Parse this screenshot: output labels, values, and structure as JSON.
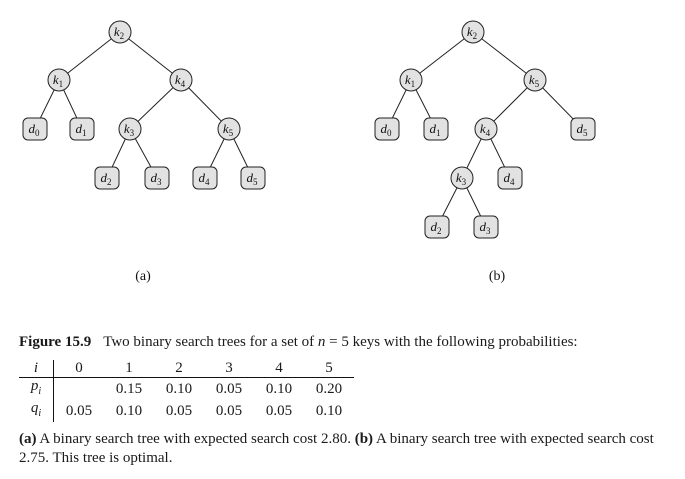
{
  "figure": {
    "tree_a": {
      "panel_label": "(a)",
      "nodes": [
        {
          "id": "a_k2",
          "kind": "key",
          "letter": "k",
          "sub": "2"
        },
        {
          "id": "a_k1",
          "kind": "key",
          "letter": "k",
          "sub": "1"
        },
        {
          "id": "a_k4",
          "kind": "key",
          "letter": "k",
          "sub": "4"
        },
        {
          "id": "a_d0",
          "kind": "dummy",
          "letter": "d",
          "sub": "0"
        },
        {
          "id": "a_d1",
          "kind": "dummy",
          "letter": "d",
          "sub": "1"
        },
        {
          "id": "a_k3",
          "kind": "key",
          "letter": "k",
          "sub": "3"
        },
        {
          "id": "a_k5",
          "kind": "key",
          "letter": "k",
          "sub": "5"
        },
        {
          "id": "a_d2",
          "kind": "dummy",
          "letter": "d",
          "sub": "2"
        },
        {
          "id": "a_d3",
          "kind": "dummy",
          "letter": "d",
          "sub": "3"
        },
        {
          "id": "a_d4",
          "kind": "dummy",
          "letter": "d",
          "sub": "4"
        },
        {
          "id": "a_d5",
          "kind": "dummy",
          "letter": "d",
          "sub": "5"
        }
      ],
      "edges": [
        [
          "a_k2",
          "a_k1"
        ],
        [
          "a_k2",
          "a_k4"
        ],
        [
          "a_k1",
          "a_d0"
        ],
        [
          "a_k1",
          "a_d1"
        ],
        [
          "a_k4",
          "a_k3"
        ],
        [
          "a_k4",
          "a_k5"
        ],
        [
          "a_k3",
          "a_d2"
        ],
        [
          "a_k3",
          "a_d3"
        ],
        [
          "a_k5",
          "a_d4"
        ],
        [
          "a_k5",
          "a_d5"
        ]
      ]
    },
    "tree_b": {
      "panel_label": "(b)",
      "nodes": [
        {
          "id": "b_k2",
          "kind": "key",
          "letter": "k",
          "sub": "2"
        },
        {
          "id": "b_k1",
          "kind": "key",
          "letter": "k",
          "sub": "1"
        },
        {
          "id": "b_k5",
          "kind": "key",
          "letter": "k",
          "sub": "5"
        },
        {
          "id": "b_d0",
          "kind": "dummy",
          "letter": "d",
          "sub": "0"
        },
        {
          "id": "b_d1",
          "kind": "dummy",
          "letter": "d",
          "sub": "1"
        },
        {
          "id": "b_k4",
          "kind": "key",
          "letter": "k",
          "sub": "4"
        },
        {
          "id": "b_d5",
          "kind": "dummy",
          "letter": "d",
          "sub": "5"
        },
        {
          "id": "b_k3",
          "kind": "key",
          "letter": "k",
          "sub": "3"
        },
        {
          "id": "b_d4",
          "kind": "dummy",
          "letter": "d",
          "sub": "4"
        },
        {
          "id": "b_d2",
          "kind": "dummy",
          "letter": "d",
          "sub": "2"
        },
        {
          "id": "b_d3",
          "kind": "dummy",
          "letter": "d",
          "sub": "3"
        }
      ],
      "edges": [
        [
          "b_k2",
          "b_k1"
        ],
        [
          "b_k2",
          "b_k5"
        ],
        [
          "b_k1",
          "b_d0"
        ],
        [
          "b_k1",
          "b_d1"
        ],
        [
          "b_k5",
          "b_k4"
        ],
        [
          "b_k5",
          "b_d5"
        ],
        [
          "b_k4",
          "b_k3"
        ],
        [
          "b_k4",
          "b_d4"
        ],
        [
          "b_k3",
          "b_d2"
        ],
        [
          "b_k3",
          "b_d3"
        ]
      ]
    }
  },
  "caption": {
    "figure_number": "Figure 15.9",
    "title_pre": "Two binary search trees for a set of ",
    "title_var": "n",
    "title_eq": " = 5 keys with the following probabilities:",
    "table": {
      "i_label": "i",
      "columns": [
        "0",
        "1",
        "2",
        "3",
        "4",
        "5"
      ],
      "p_label": "p",
      "p_sub": "i",
      "p_values": [
        "",
        "0.15",
        "0.10",
        "0.05",
        "0.10",
        "0.20"
      ],
      "q_label": "q",
      "q_sub": "i",
      "q_values": [
        "0.05",
        "0.10",
        "0.05",
        "0.05",
        "0.05",
        "0.10"
      ]
    },
    "part_a_label": "(a)",
    "part_a_text": " A binary search tree with expected search cost 2.80. ",
    "part_b_label": "(b)",
    "part_b_text": " A binary search tree with expected search cost 2.75. This tree is optimal."
  }
}
